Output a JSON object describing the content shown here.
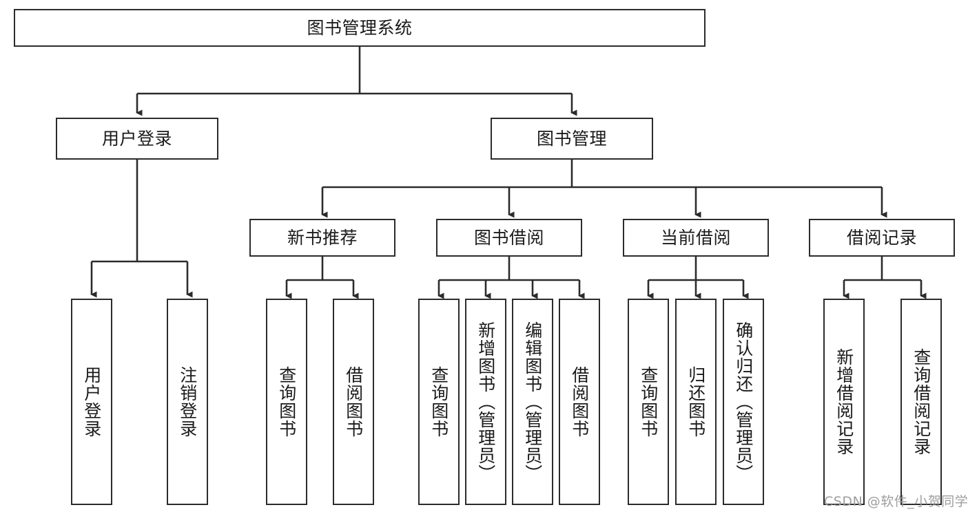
{
  "diagram": {
    "title": "图书管理系统",
    "watermark": "CSDN @软件_小贺同学",
    "line_color": "#2b2b2b",
    "text_color": "#1a1a1a",
    "background": "#ffffff",
    "nodes": {
      "root": "图书管理系统",
      "user_login": "用户登录",
      "book_manage": "图书管理",
      "new_book_rec": "新书推荐",
      "book_borrow": "图书借阅",
      "current_borrow": "当前借阅",
      "borrow_record": "借阅记录",
      "leaf_user_login": "用户登录",
      "leaf_logout": "注销登录",
      "leaf_query_book_1": "查询图书",
      "leaf_borrow_book_1": "借阅图书",
      "leaf_query_book_2": "查询图书",
      "leaf_add_book_admin": "新增图书（管理员）",
      "leaf_edit_book_admin": "编辑图书（管理员）",
      "leaf_borrow_book_2": "借阅图书",
      "leaf_query_book_3": "查询图书",
      "leaf_return_book": "归还图书",
      "leaf_confirm_return_admin": "确认归还（管理员）",
      "leaf_add_record": "新增借阅记录",
      "leaf_query_record": "查询借阅记录"
    },
    "hierarchy": [
      {
        "label": "图书管理系统",
        "children": [
          {
            "label": "用户登录",
            "children": [
              {
                "label": "用户登录"
              },
              {
                "label": "注销登录"
              }
            ]
          },
          {
            "label": "图书管理",
            "children": [
              {
                "label": "新书推荐",
                "children": [
                  {
                    "label": "查询图书"
                  },
                  {
                    "label": "借阅图书"
                  }
                ]
              },
              {
                "label": "图书借阅",
                "children": [
                  {
                    "label": "查询图书"
                  },
                  {
                    "label": "新增图书（管理员）"
                  },
                  {
                    "label": "编辑图书（管理员）"
                  },
                  {
                    "label": "借阅图书"
                  }
                ]
              },
              {
                "label": "当前借阅",
                "children": [
                  {
                    "label": "查询图书"
                  },
                  {
                    "label": "归还图书"
                  },
                  {
                    "label": "确认归还（管理员）"
                  }
                ]
              },
              {
                "label": "借阅记录",
                "children": [
                  {
                    "label": "新增借阅记录"
                  },
                  {
                    "label": "查询借阅记录"
                  }
                ]
              }
            ]
          }
        ]
      }
    ]
  }
}
